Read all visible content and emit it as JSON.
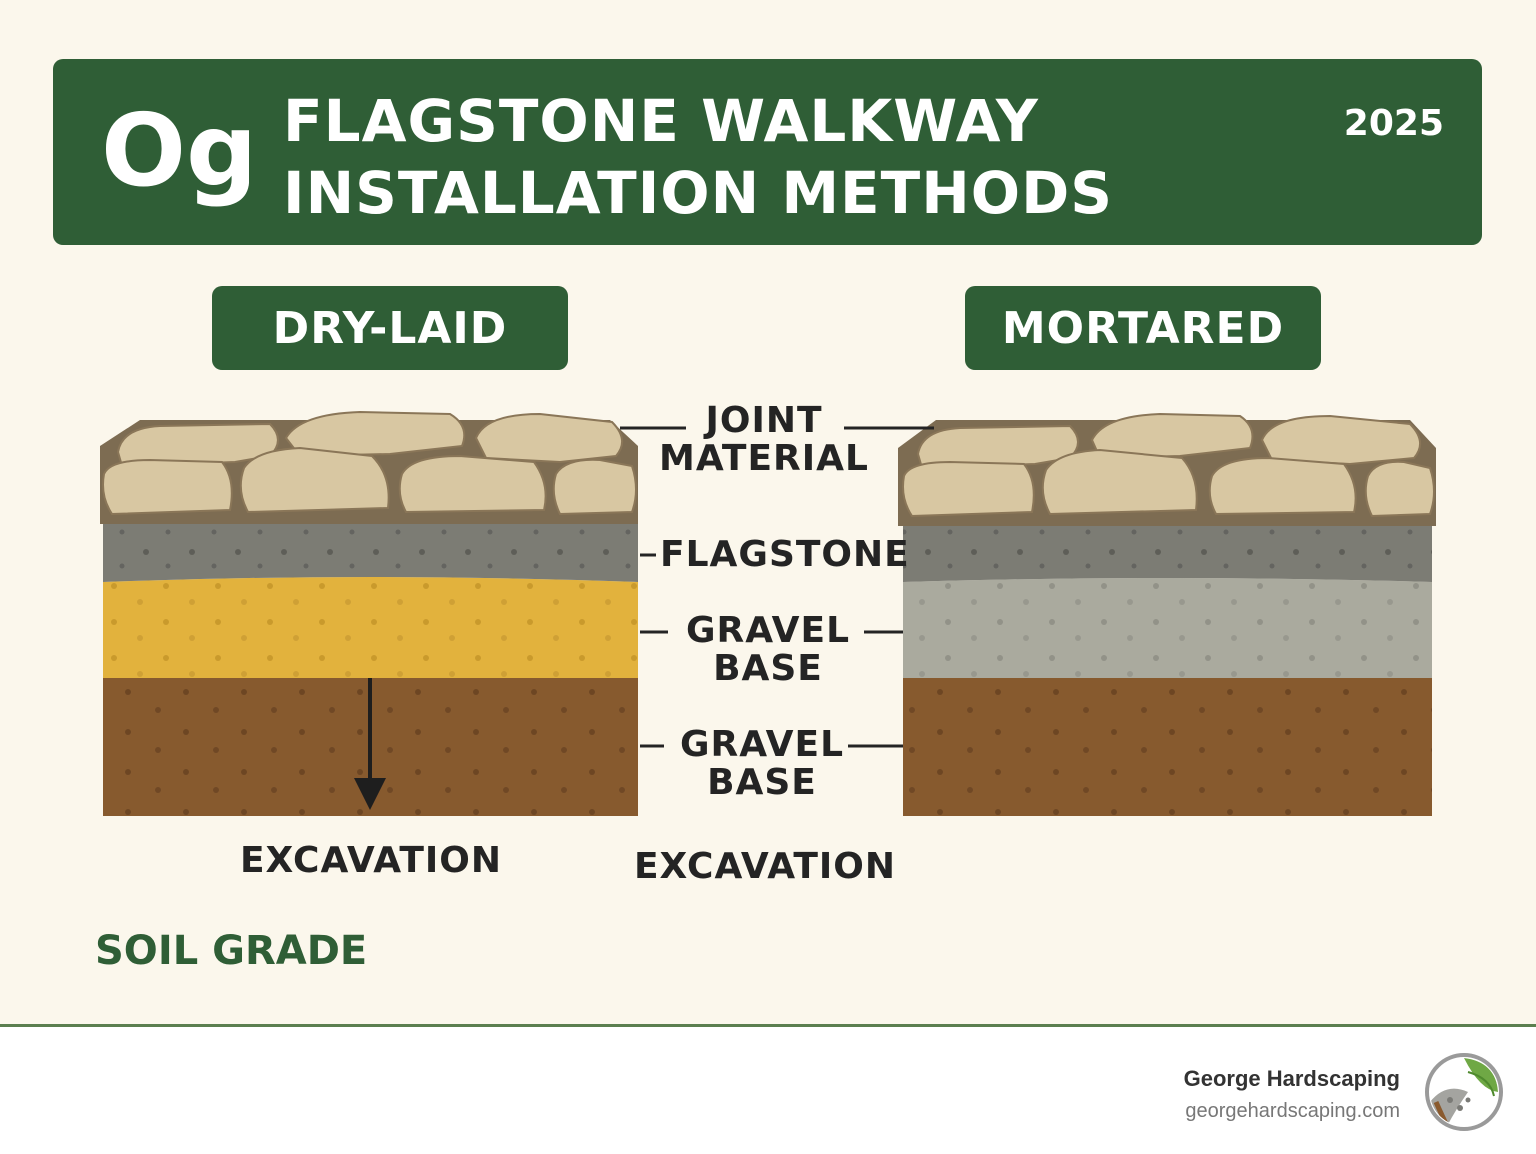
{
  "header": {
    "logo": "Og",
    "title_line1": "FLAGSTONE WALKWAY",
    "title_line2": "INSTALLATION METHODS",
    "year": "2025"
  },
  "methods": {
    "dry_laid": "DRY-LAID",
    "mortared": "MORTARED"
  },
  "layer_labels": {
    "joint_line1": "JOINT",
    "joint_line2": "MATERIAL",
    "flagstone": "FLAGSTONE",
    "gravel1_line1": "GRAVEL",
    "gravel1_line2": "BASE",
    "gravel2_line1": "GRAVEL",
    "gravel2_line2": "BASE",
    "excavation_left": "EXCAVATION",
    "excavation_center": "EXCAVATION",
    "soil_grade": "SOIL GRADE"
  },
  "footer": {
    "company": "George Hardscaping",
    "website": "georgehardscaping.com"
  },
  "colors": {
    "brand_green": "#2f5e36",
    "background": "#fbf7ec",
    "stone": "#d8c7a2",
    "bedding": "#7c7c74",
    "sand": "#e2b23d",
    "gravel": "#aaaa9e",
    "soil": "#875a2e"
  }
}
